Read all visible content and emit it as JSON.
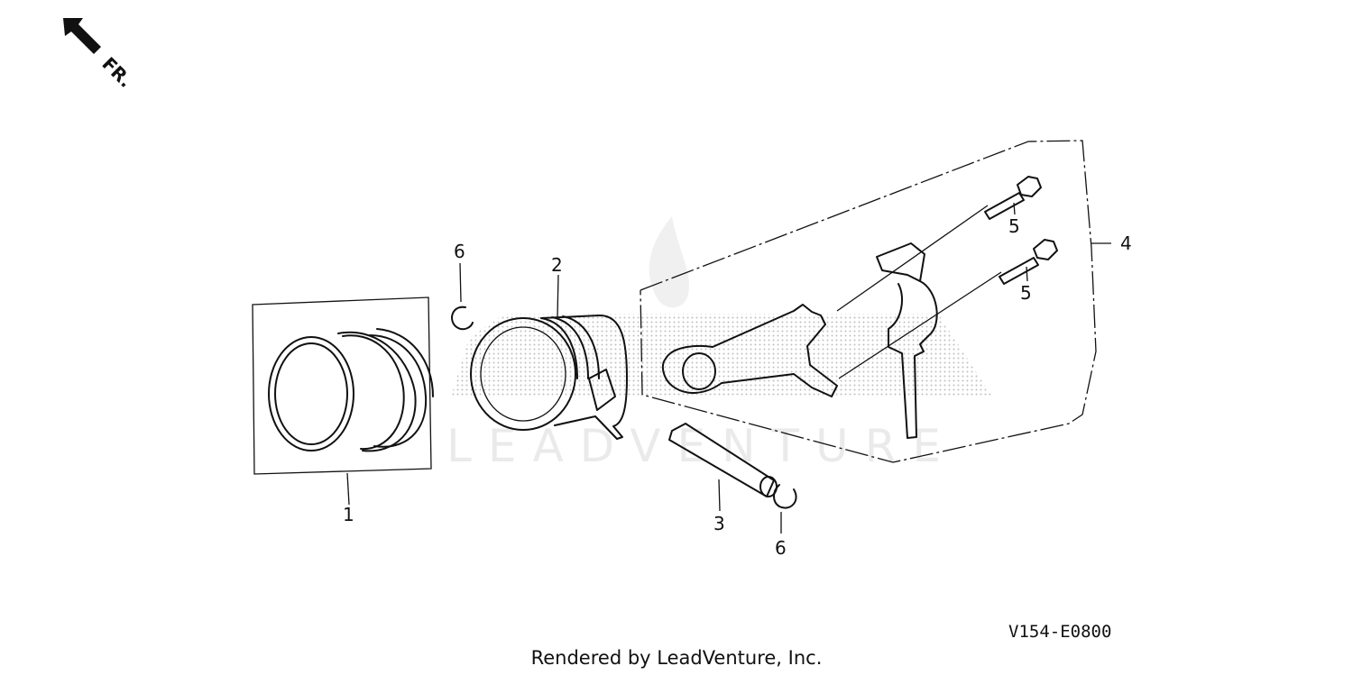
{
  "direction_label": "FR.",
  "watermark": "LEADVENTURE",
  "diagram_code": "V154-E0800",
  "footer": "Rendered by LeadVenture, Inc.",
  "callouts": [
    {
      "id": "piston-rings",
      "label": "1"
    },
    {
      "id": "piston",
      "label": "2"
    },
    {
      "id": "piston-pin",
      "label": "3"
    },
    {
      "id": "connecting-rod-set",
      "label": "4"
    },
    {
      "id": "bolt-upper",
      "label": "5"
    },
    {
      "id": "bolt-lower",
      "label": "5"
    },
    {
      "id": "clip-upper",
      "label": "6"
    },
    {
      "id": "clip-lower",
      "label": "6"
    }
  ]
}
